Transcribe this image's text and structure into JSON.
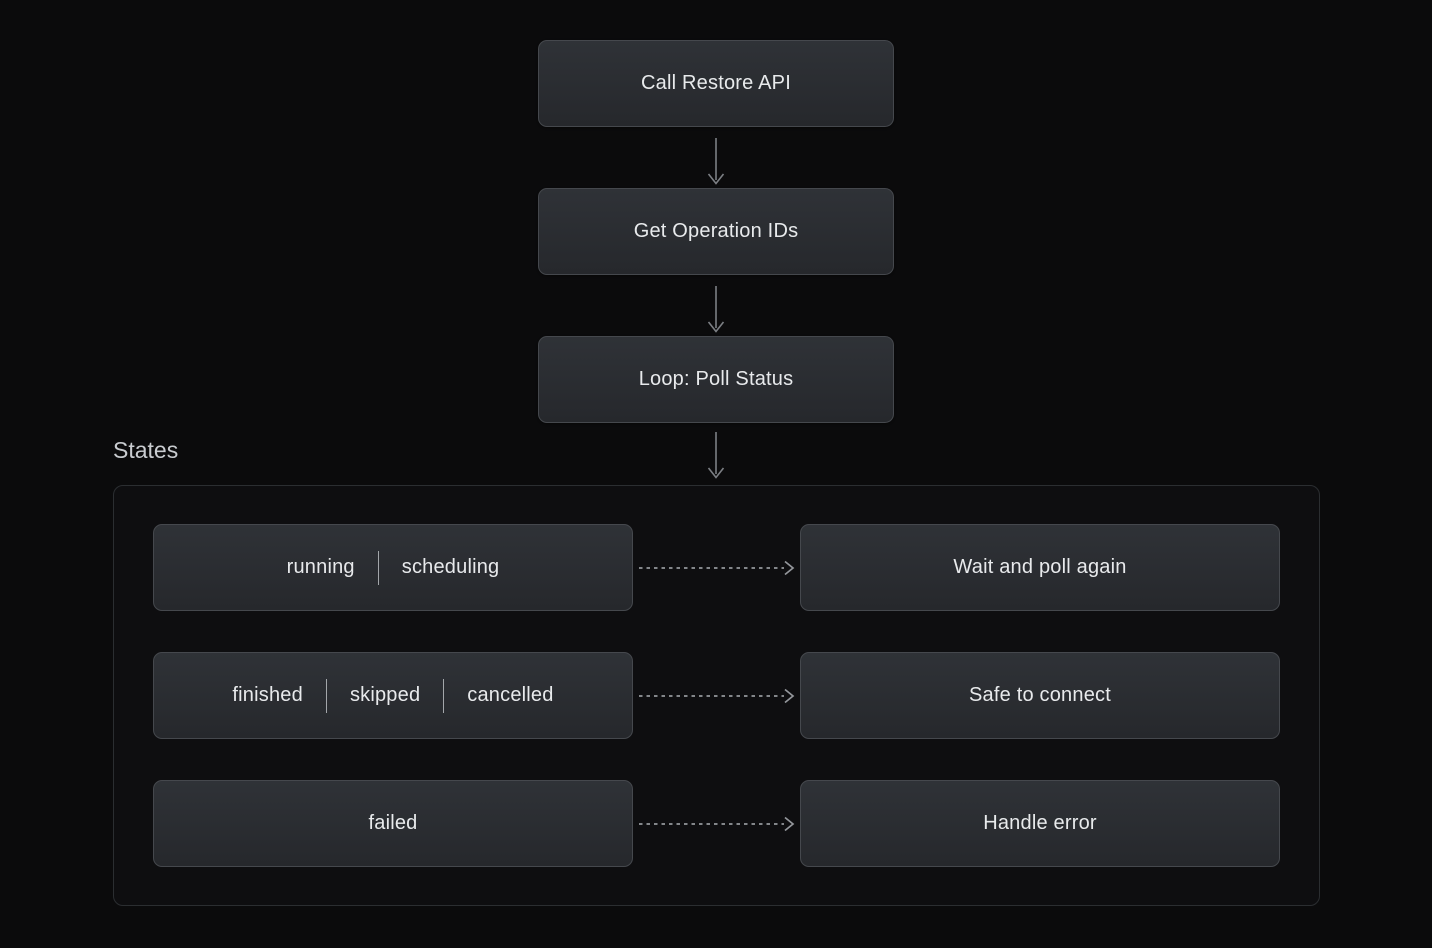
{
  "flow": {
    "nodes": [
      {
        "id": "call-restore-api",
        "label": "Call Restore API"
      },
      {
        "id": "get-operation-ids",
        "label": "Get Operation IDs"
      },
      {
        "id": "loop-poll-status",
        "label": "Loop: Poll Status"
      }
    ]
  },
  "states_section": {
    "title": "States",
    "rows": [
      {
        "states": [
          "running",
          "scheduling"
        ],
        "action": "Wait and poll again"
      },
      {
        "states": [
          "finished",
          "skipped",
          "cancelled"
        ],
        "action": "Safe to connect"
      },
      {
        "states": [
          "failed"
        ],
        "action": "Handle error"
      }
    ]
  },
  "colors": {
    "background": "#0b0b0c",
    "node_fill_top": "#2f3237",
    "node_fill_bottom": "#26282c",
    "node_border": "#45484d",
    "node_text": "#e8eaec",
    "section_title": "#c9ccd0",
    "container_border": "#2b2e31",
    "solid_arrow": "#7c7f84",
    "dashed_arrow": "#94979c"
  }
}
